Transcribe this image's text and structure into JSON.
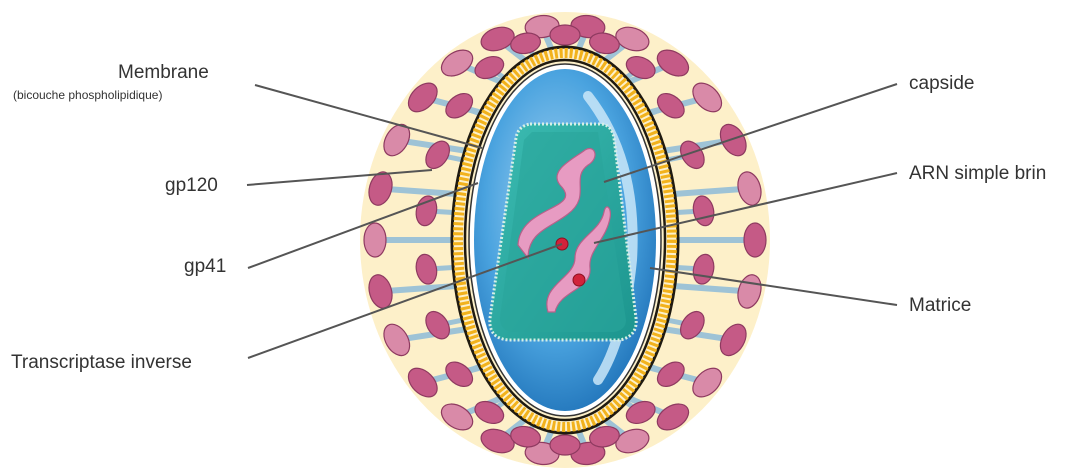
{
  "labels": {
    "membrane": "Membrane",
    "membrane_sub": "(bicouche phospholipidique)",
    "gp120": "gp120",
    "gp41": "gp41",
    "transcriptase": "Transcriptase inverse",
    "capside": "capside",
    "arn": "ARN simple brin",
    "matrice": "Matrice"
  },
  "colors": {
    "envelope_fill": "#fdf0c9",
    "membrane_yellow": "#f2b21c",
    "membrane_dark": "#1f1a10",
    "spike_head": "#c55a86",
    "spike_head_light": "#d98aa8",
    "spike_stem": "#9ec3d6",
    "capsid_outer": "#8fc4ea",
    "capsid_inner": "#2f8fd2",
    "core": "#2eaaa1",
    "core_dark": "#1a8a85",
    "rna": "#e79bc2",
    "enzyme": "#d2223b"
  }
}
